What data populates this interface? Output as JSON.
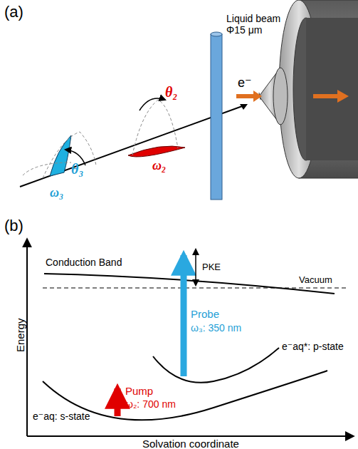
{
  "diagram": {
    "labels": [
      "(a)",
      "Liquid beam",
      "Φ15 μm",
      "θ₃",
      "ω₃",
      "θ₂",
      "ω₂",
      "e⁻",
      "(b)",
      "Conduction Band",
      "PKE",
      "Vacuum",
      "Probe",
      "ω₃: 350 nm",
      "e⁻aq*: p-state",
      "Pump",
      "ω₂: 700 nm",
      "e⁻aq: s-state",
      "Energy",
      "Solvation coordinate"
    ]
  }
}
